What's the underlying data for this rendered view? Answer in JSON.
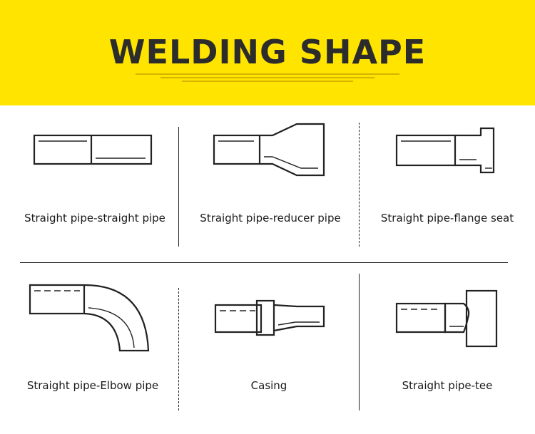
{
  "header": {
    "title": "WELDING SHAPE"
  },
  "items": [
    {
      "label": "Straight pipe-straight pipe"
    },
    {
      "label": "Straight pipe-reducer pipe"
    },
    {
      "label": "Straight pipe-flange seat"
    },
    {
      "label": "Straight pipe-Elbow pipe"
    },
    {
      "label": "Casing"
    },
    {
      "label": "Straight pipe-tee"
    }
  ],
  "colors": {
    "banner": "#ffe400",
    "ink": "#222222"
  }
}
